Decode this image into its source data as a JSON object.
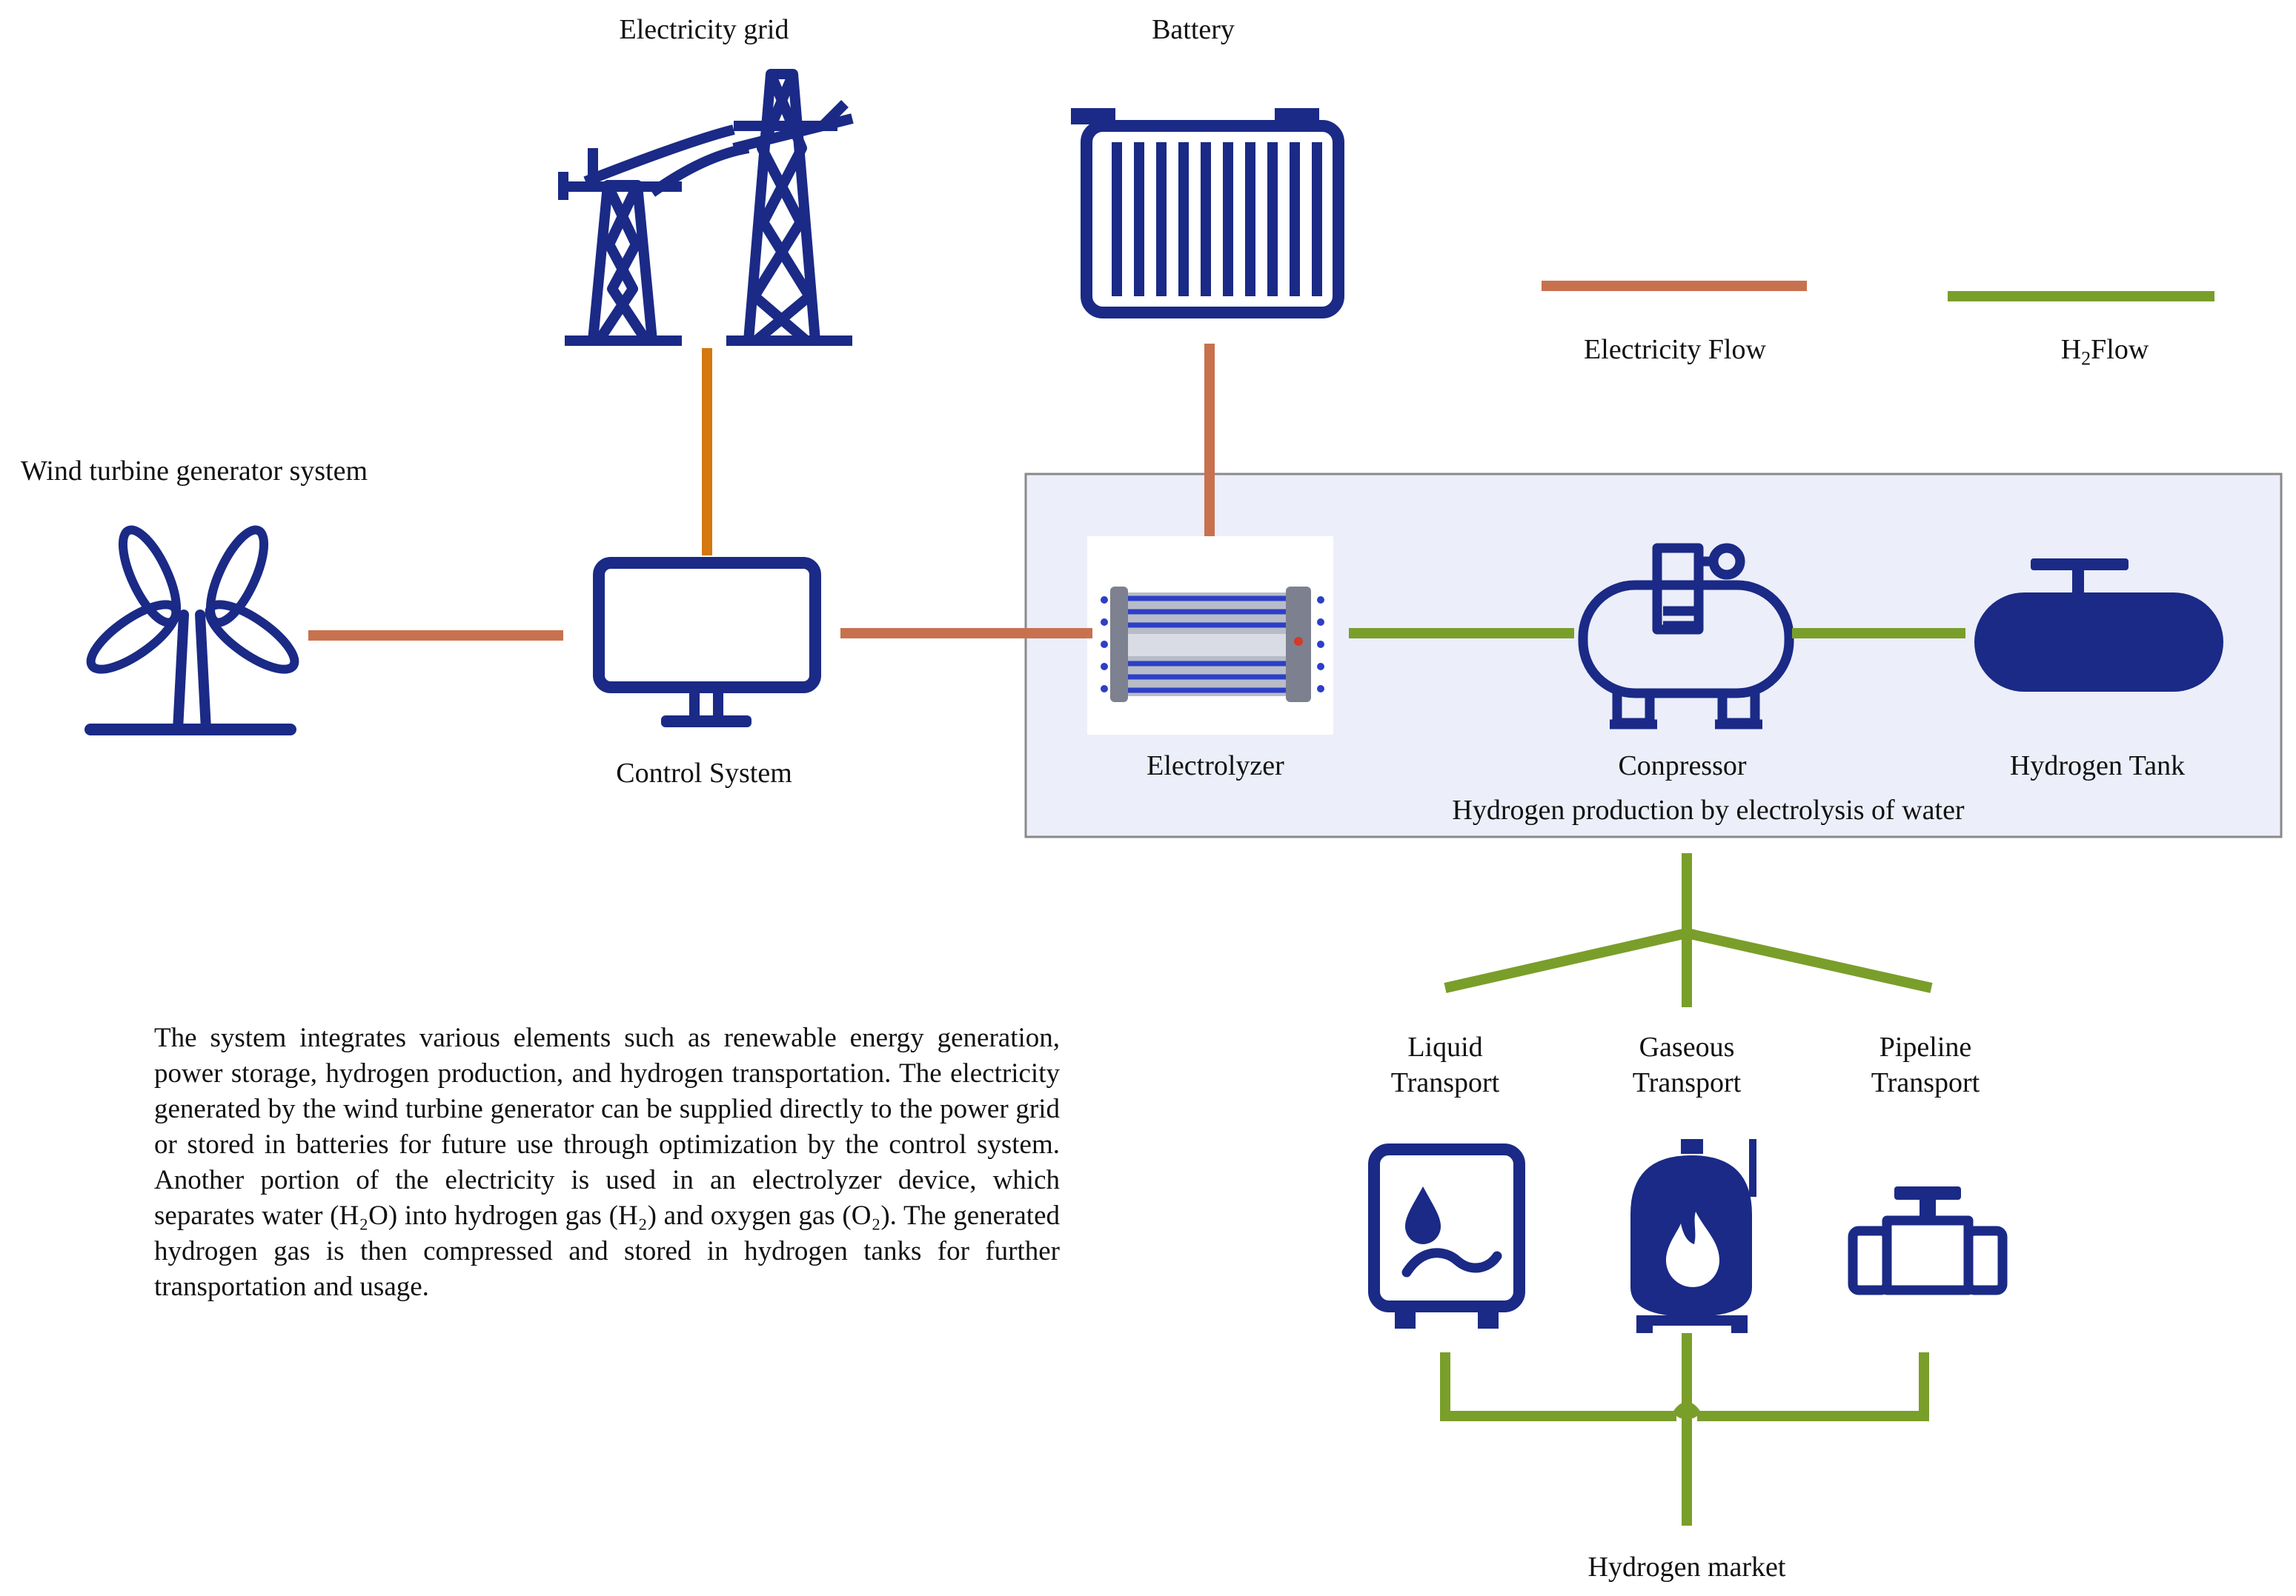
{
  "labels": {
    "electricity_grid": "Electricity grid",
    "battery": "Battery",
    "wind_turbine": "Wind turbine generator system",
    "control_system": "Control System",
    "electrolyzer": "Electrolyzer",
    "compressor": "Conpressor",
    "hydrogen_tank": "Hydrogen Tank",
    "production_box": "Hydrogen production by electrolysis of water",
    "liquid_transport_1": "Liquid",
    "liquid_transport_2": "Transport",
    "gaseous_transport_1": "Gaseous",
    "gaseous_transport_2": "Transport",
    "pipeline_transport_1": "Pipeline",
    "pipeline_transport_2": "Transport",
    "hydrogen_market": "Hydrogen market"
  },
  "legend": {
    "electricity_flow": "Electricity Flow",
    "h2_flow_prefix": "H",
    "h2_flow_sub": "2",
    "h2_flow_suffix": "Flow"
  },
  "description": "The system integrates various elements such as renewable energy generation, power storage, hydrogen production, and hydrogen transportation. The electricity generated by the wind turbine generator can be supplied directly to the power grid or stored in batteries for future use through optimization by the control system. Another portion of the electricity is used in an electrolyzer device, which separates water (H₂O) into hydrogen gas (H₂) and oxygen gas (O₂). The generated hydrogen gas is then compressed and stored in hydrogen tanks for further transportation and usage.",
  "colors": {
    "icon_navy": "#1a2a86",
    "electricity_arrow": "#c8714e",
    "grid_arrow": "#d4780f",
    "h2_arrow": "#7a9e2a",
    "box_fill": "#eceef9",
    "box_border": "#8a8a8a"
  },
  "icons": [
    "transmission-tower-icon",
    "battery-icon",
    "wind-turbine-icon",
    "monitor-icon",
    "electrolyzer-icon",
    "compressor-icon",
    "hydrogen-tank-icon",
    "liquid-transport-icon",
    "gas-cylinder-icon",
    "pipeline-valve-icon"
  ]
}
